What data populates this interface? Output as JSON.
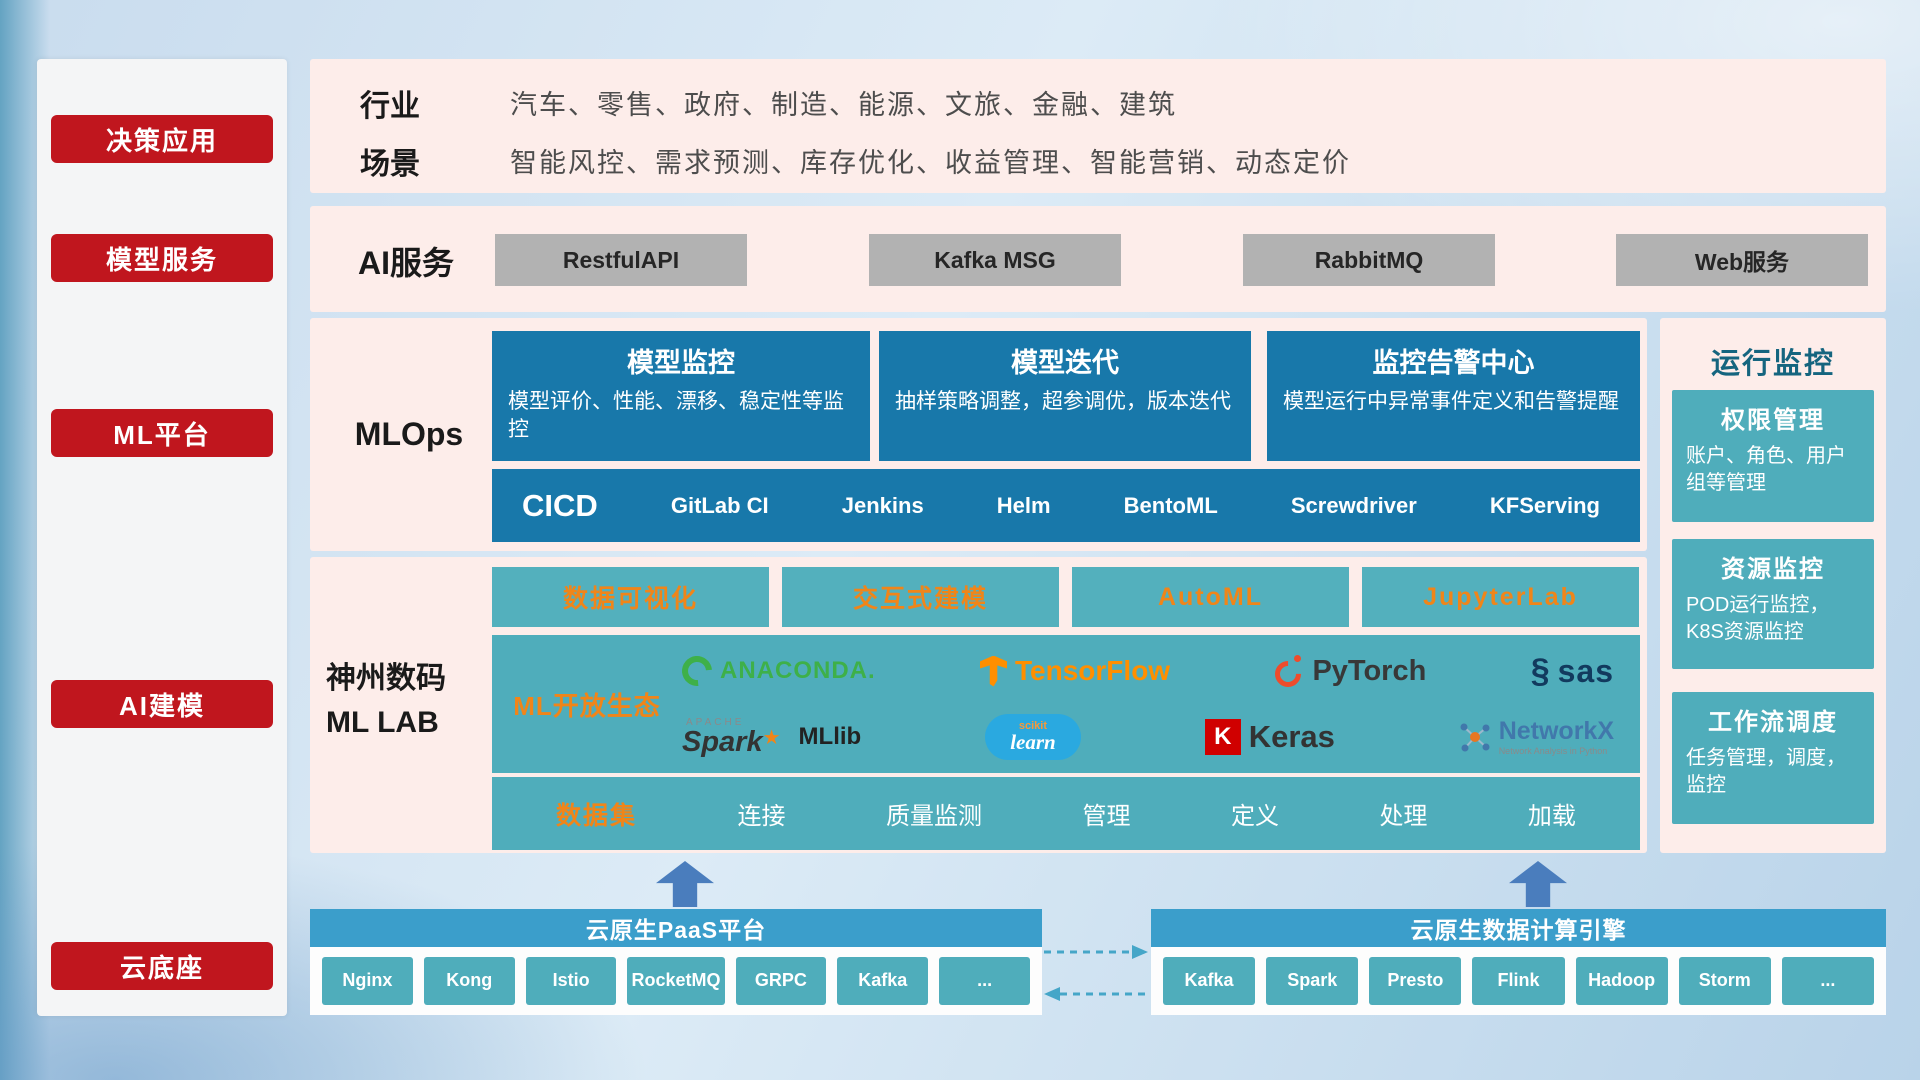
{
  "sidebar": {
    "items": [
      {
        "label": "决策应用"
      },
      {
        "label": "模型服务"
      },
      {
        "label": "ML平台"
      },
      {
        "label": "AI建模"
      },
      {
        "label": "云底座"
      }
    ]
  },
  "industry": {
    "row1_label": "行业",
    "row1_text": "汽车、零售、政府、制造、能源、文旅、金融、建筑",
    "row2_label": "场景",
    "row2_text": "智能风控、需求预测、库存优化、收益管理、智能营销、动态定价"
  },
  "ai_service": {
    "label": "AI服务",
    "buttons": [
      "RestfulAPI",
      "Kafka MSG",
      "RabbitMQ",
      "Web服务"
    ]
  },
  "mlops": {
    "label": "MLOps",
    "cards": [
      {
        "title": "模型监控",
        "desc": "模型评价、性能、漂移、稳定性等监控"
      },
      {
        "title": "模型迭代",
        "desc": "抽样策略调整，超参调优，版本迭代"
      },
      {
        "title": "监控告警中心",
        "desc": "模型运行中异常事件定义和告警提醒"
      }
    ],
    "cicd": {
      "label": "CICD",
      "items": [
        "GitLab CI",
        "Jenkins",
        "Helm",
        "BentoML",
        "Screwdriver",
        "KFServing"
      ]
    }
  },
  "mllab": {
    "label_line1": "神州数码",
    "label_line2": "ML LAB",
    "tools": [
      "数据可视化",
      "交互式建模",
      "AutoML",
      "JupyterLab"
    ],
    "eco_label": "ML开放生态",
    "logos": {
      "anaconda": "ANACONDA.",
      "tensorflow": "TensorFlow",
      "pytorch": "PyTorch",
      "sas_swirl": "§",
      "sas": "sas",
      "spark_top": "APACHE",
      "spark": "Spark",
      "spark_star": "★",
      "mllib": "MLlib",
      "sklearn_small": "scikit",
      "sklearn": "learn",
      "keras_k": "K",
      "keras": "Keras",
      "networkx": "NetworkX",
      "networkx_tag": "Network Analysis in Python"
    },
    "dataset": {
      "label": "数据集",
      "items": [
        "连接",
        "质量监测",
        "管理",
        "定义",
        "处理",
        "加载"
      ]
    }
  },
  "monitoring": {
    "title": "运行监控",
    "cards": [
      {
        "title": "权限管理",
        "desc": "账户、角色、用户组等管理"
      },
      {
        "title": "资源监控",
        "desc": "POD运行监控，K8S资源监控"
      },
      {
        "title": "工作流调度",
        "desc": "任务管理，调度，监控"
      }
    ]
  },
  "cloud": {
    "paas": {
      "title": "云原生PaaS平台",
      "items": [
        "Nginx",
        "Kong",
        "Istio",
        "RocketMQ",
        "GRPC",
        "Kafka",
        "..."
      ]
    },
    "engine": {
      "title": "云原生数据计算引擎",
      "items": [
        "Kafka",
        "Spark",
        "Presto",
        "Flink",
        "Hadoop",
        "Storm",
        "..."
      ]
    }
  },
  "colors": {
    "accent_red": "#c0161e",
    "panel_pink": "#fdedea",
    "card_blue": "#1878aa",
    "teal": "#4fadbb",
    "orange": "#f08519",
    "cloud_bar_blue": "#3b9ecb",
    "arrow_blue": "#4a7dbd"
  }
}
